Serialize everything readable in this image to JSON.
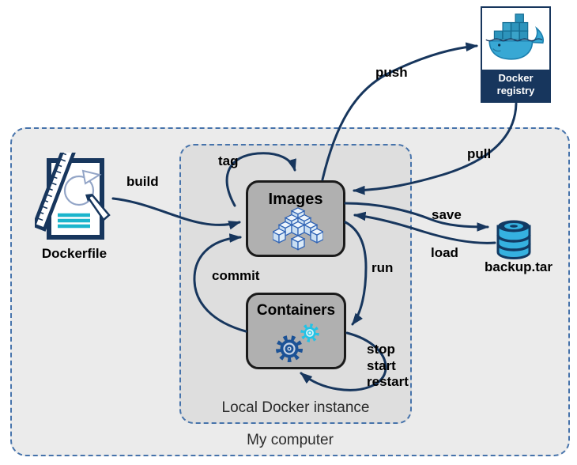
{
  "groups": {
    "my_computer": {
      "label": "My computer"
    },
    "local_docker": {
      "label": "Local Docker instance"
    }
  },
  "nodes": {
    "dockerfile": {
      "label": "Dockerfile",
      "icon": "blueprint-document-icon"
    },
    "images": {
      "label": "Images",
      "icon": "layered-cubes-icon"
    },
    "containers": {
      "label": "Containers",
      "icon": "gears-icon"
    },
    "registry": {
      "label": "Docker registry",
      "icon": "docker-whale-icon"
    },
    "backup": {
      "label": "backup.tar",
      "icon": "database-cylinder-icon"
    }
  },
  "edges": {
    "build": {
      "label": "build",
      "from": "dockerfile",
      "to": "images"
    },
    "tag": {
      "label": "tag",
      "from": "images",
      "to": "images"
    },
    "push": {
      "label": "push",
      "from": "images",
      "to": "registry"
    },
    "pull": {
      "label": "pull",
      "from": "registry",
      "to": "images"
    },
    "save": {
      "label": "save",
      "from": "images",
      "to": "backup"
    },
    "load": {
      "label": "load",
      "from": "backup",
      "to": "images"
    },
    "run": {
      "label": "run",
      "from": "images",
      "to": "containers"
    },
    "commit": {
      "label": "commit",
      "from": "containers",
      "to": "images"
    },
    "lifecycle": {
      "label_lines": [
        "stop",
        "start",
        "restart"
      ],
      "from": "containers",
      "to": "containers"
    }
  },
  "colors": {
    "arrow": "#17365d",
    "group_border": "#4673ab",
    "outer_fill": "#ebebeb",
    "inner_fill": "#dedede",
    "node_fill": "#b0b0b0",
    "node_border": "#1a1a1a",
    "registry_band": "#17365d",
    "accent_cyan": "#1ab5cc",
    "docker_blue": "#38a8d4",
    "cube_outline": "#2e62b4",
    "gear_blue": "#1c5296",
    "gear_cyan": "#22c3e6"
  }
}
